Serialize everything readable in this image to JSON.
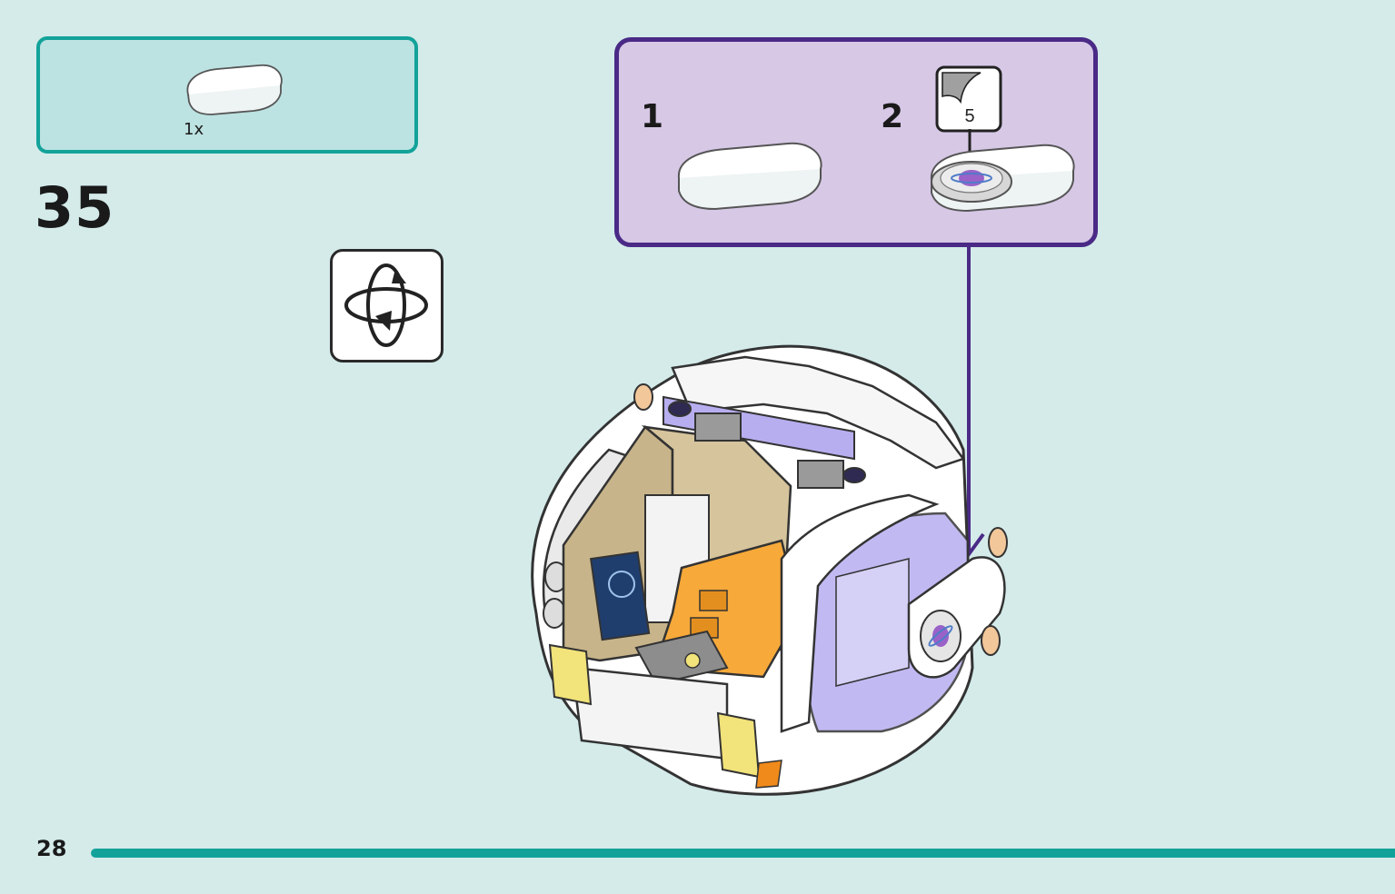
{
  "parts_list": {
    "count_label": "1x"
  },
  "step": {
    "number": "35"
  },
  "callout": {
    "sub_step_1": "1",
    "sub_step_2": "2",
    "sticker_number": "5"
  },
  "page": {
    "number": "28"
  },
  "colors": {
    "teal": "#13a29a",
    "panel_bg": "#bce2e1",
    "page_bg": "#d4ebea",
    "callout_border": "#4a2a86",
    "callout_bg": "#d7c8e6",
    "tan": "#c8b48a",
    "orange": "#f7a93a",
    "lavender": "#b7aef0",
    "yellow": "#f2e37a"
  },
  "icons": [
    "rotate-model-icon",
    "sticker-icon",
    "planet-sticker-icon",
    "pointer-arrow-icon"
  ]
}
